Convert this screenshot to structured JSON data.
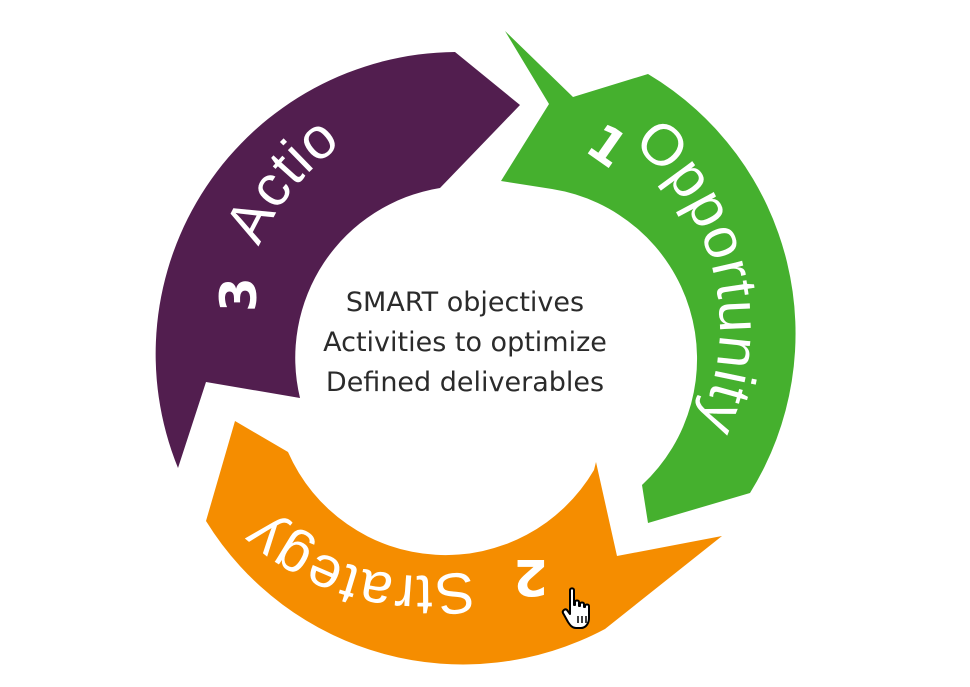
{
  "segments": [
    {
      "number": "1",
      "label": "Opportunity",
      "color": "#45b02e"
    },
    {
      "number": "2",
      "label": "Strategy",
      "color": "#f58d00"
    },
    {
      "number": "3",
      "label": "Action",
      "color": "#521e4f"
    }
  ],
  "center": {
    "lines": [
      "SMART objectives",
      "Activities to optimize",
      "Defined deliverables"
    ]
  },
  "cursor": {
    "icon": "hand-pointer-icon"
  }
}
